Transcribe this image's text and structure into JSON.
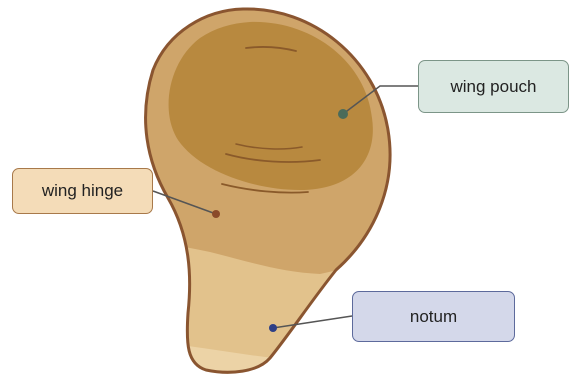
{
  "labels": {
    "wing_pouch": "wing pouch",
    "wing_hinge": "wing hinge",
    "notum": "notum"
  },
  "colors": {
    "outline": "#8a5530",
    "notum_region": "#e2c28c",
    "hinge_region": "#cfa56a",
    "pouch_region": "#b8893f",
    "pouch_box_fill": "#dbe8e2",
    "pouch_box_border": "#7c9588",
    "hinge_box_fill": "#f4dcb8",
    "hinge_box_border": "#a8794a",
    "notum_box_fill": "#d4d8ea",
    "notum_box_border": "#5d6a9c",
    "pouch_dot": "#4a6b5a",
    "hinge_dot": "#8a4a2a",
    "notum_dot": "#2e3f86"
  }
}
